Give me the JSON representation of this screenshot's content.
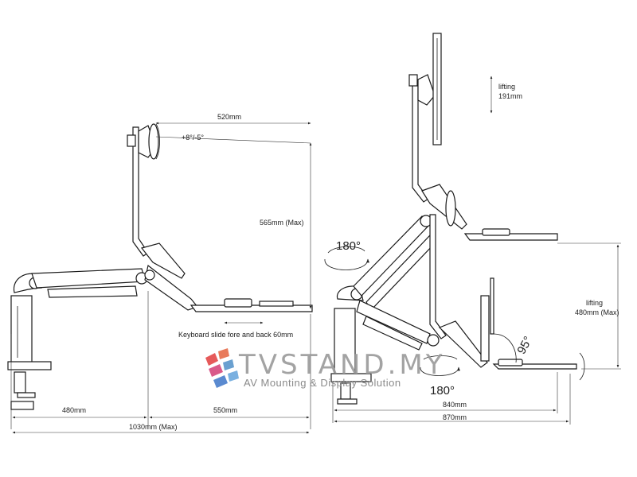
{
  "left_view": {
    "width_top": "520mm",
    "tilt": "+8°/-5°",
    "height_max": "565mm (Max)",
    "keyboard_slide": "Keyboard slide fore and back 60mm",
    "width_left": "480mm",
    "width_right": "550mm",
    "width_total": "1030mm (Max)"
  },
  "right_view": {
    "lifting_top": "lifting",
    "lifting_top_value": "191mm",
    "rotate_left": "180°",
    "rotate_bottom": "180°",
    "tilt_keyboard": "95°",
    "lifting_right": "lifting",
    "lifting_right_value": "480mm (Max)",
    "width_inner": "840mm",
    "width_outer": "870mm"
  },
  "watermark": {
    "brand": "TVSTAND.MY",
    "tagline": "AV Mounting & Display Solution"
  }
}
